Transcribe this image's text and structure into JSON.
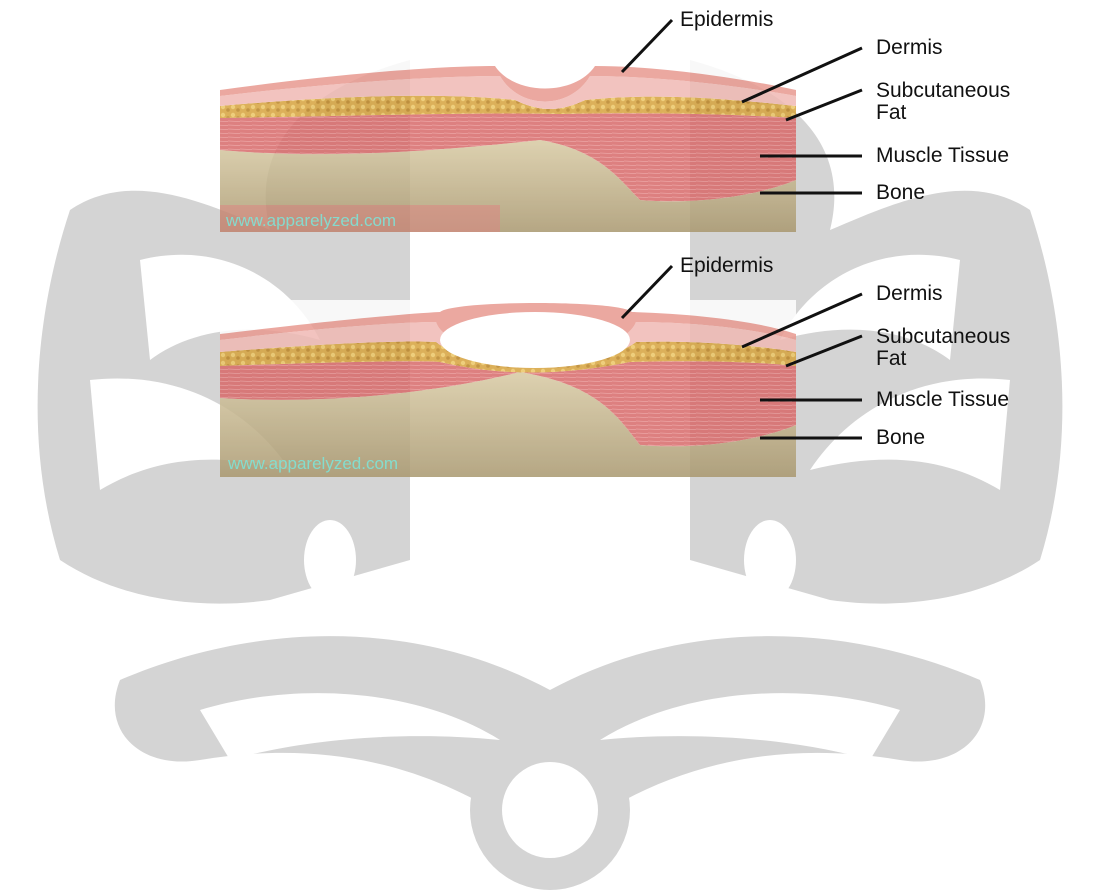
{
  "colors": {
    "watermark": "#d4d4d4",
    "epidermis": "#eca99e",
    "dermis": "#f1bdb8",
    "fat": "#d9a943",
    "muscle": "#d96c6c",
    "bone": "#c9b88f",
    "label_text": "#111111",
    "credit_text": "#7fe3d6"
  },
  "watermark": {
    "icon": "university-emblem-watermark"
  },
  "diagram_top": {
    "credit": "www.apparelyzed.com",
    "labels": {
      "epidermis": "Epidermis",
      "dermis": "Dermis",
      "fat_line1": "Subcutaneous",
      "fat_line2": "Fat",
      "muscle": "Muscle Tissue",
      "bone": "Bone"
    }
  },
  "diagram_bottom": {
    "credit": "www.apparelyzed.com",
    "labels": {
      "epidermis": "Epidermis",
      "dermis": "Dermis",
      "fat_line1": "Subcutaneous",
      "fat_line2": "Fat",
      "muscle": "Muscle Tissue",
      "bone": "Bone"
    }
  }
}
